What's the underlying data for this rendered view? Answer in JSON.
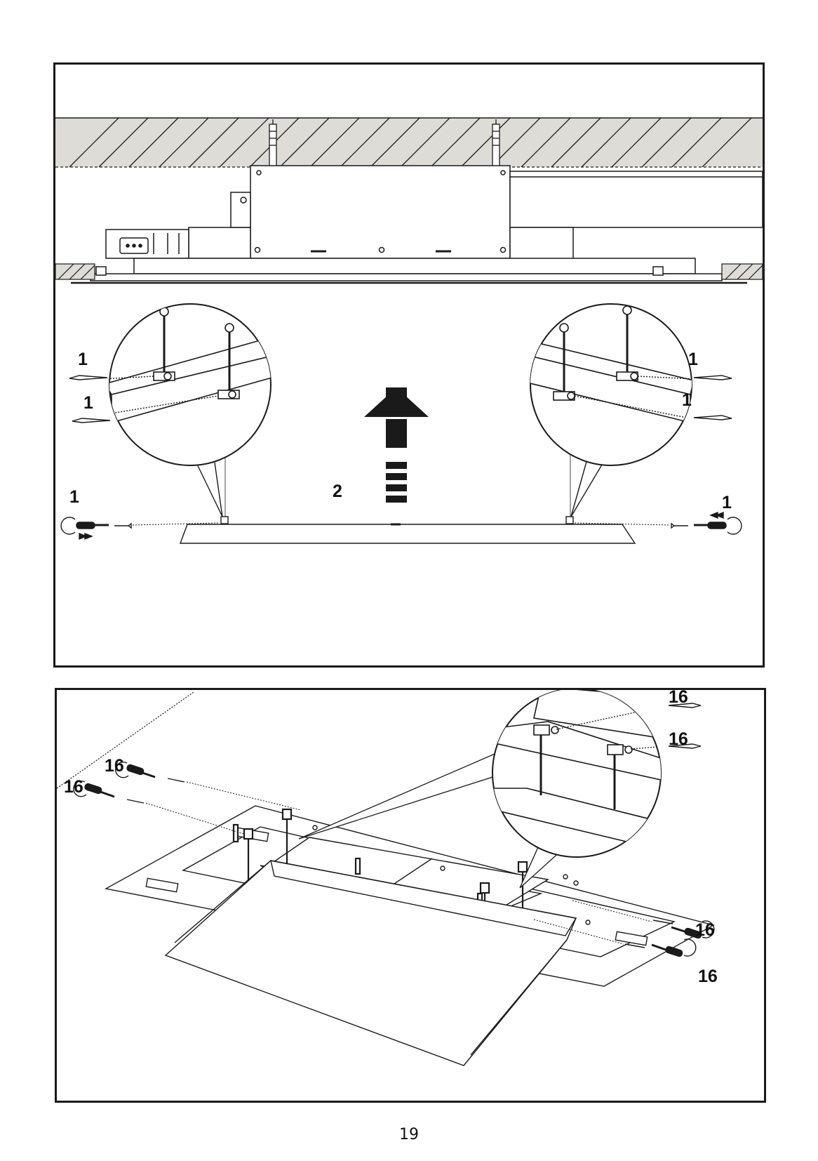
{
  "top_panel": {
    "labels": {
      "left_upper_1": "1",
      "left_lower_1": "1",
      "right_upper_1": "1",
      "right_lower_1": "1",
      "left_bottom_1": "1",
      "right_bottom_1": "1",
      "lift_arrow_2": "2"
    }
  },
  "bottom_panel": {
    "labels": {
      "top_right_16": "16",
      "mid_right_16": "16",
      "left_upper_16": "16",
      "left_lower_16": "16",
      "bottom_right_upper_16": "16",
      "bottom_right_lower_16": "16"
    }
  },
  "page_number": "19",
  "colors": {
    "line": "#1a1a1a",
    "ceiling_fill": "#dedcd6",
    "background": "#ffffff"
  }
}
